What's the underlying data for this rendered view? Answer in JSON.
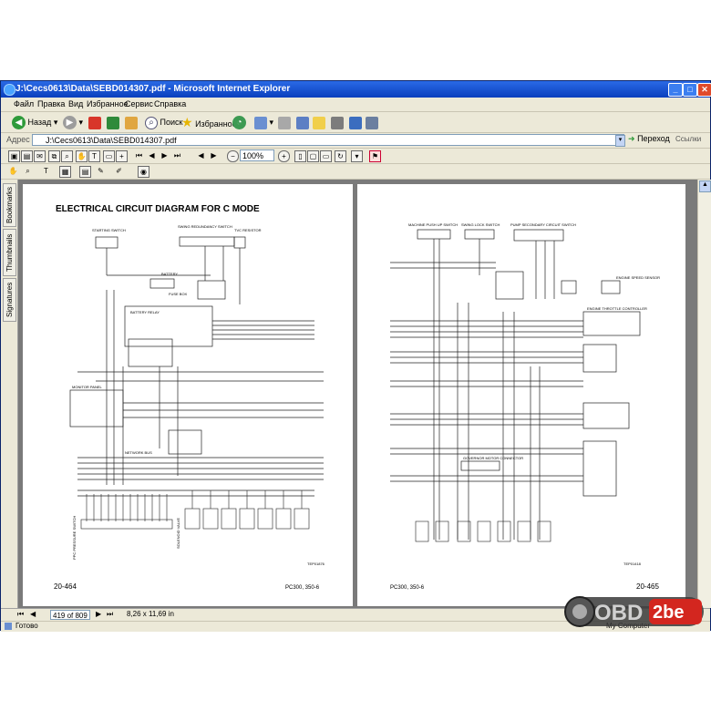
{
  "window": {
    "title": "J:\\Cecs0613\\Data\\SEBD014307.pdf - Microsoft Internet Explorer",
    "controls": {
      "minimize": "_",
      "maximize": "□",
      "close": "✕"
    }
  },
  "menu": [
    "Файл",
    "Правка",
    "Вид",
    "Избранное",
    "Сервис",
    "Справка"
  ],
  "toolbar": {
    "back": "Назад",
    "search": "Поиск",
    "favorites": "Избранное"
  },
  "address": {
    "label": "Адрес",
    "value": "J:\\Cecs0613\\Data\\SEBD014307.pdf",
    "go": "Переход",
    "links": "Ссылки"
  },
  "pdf_toolbar": {
    "zoom": "100%"
  },
  "nav_tabs": [
    "Bookmarks",
    "Thumbnails",
    "Signatures"
  ],
  "document": {
    "left_page": {
      "title": "ELECTRICAL CIRCUIT DIAGRAM FOR C MODE",
      "page_number": "20-464",
      "model": "PC300, 350-6",
      "ref": "TEP01876",
      "labels": {
        "starting_switch": "STARTING SWITCH",
        "swing_redundancy": "SWING REDUNDANCY SWITCH",
        "resistor": "TVC RESISTOR",
        "battery": "BATTERY",
        "fuse_box": "FUSE BOX",
        "battery_relay": "BATTERY RELAY",
        "monitor_panel": "MONITOR PANEL",
        "network_bus": "NETWORK BUS",
        "pressure_switch": "PPC PRESSURE SWITCH",
        "solenoid_valve": "SOLENOID VALVE"
      }
    },
    "right_page": {
      "page_number": "20-465",
      "model": "PC300, 350-6",
      "ref": "TEP01418",
      "labels": {
        "machine_push_up": "MACHINE PUSH UP SWITCH",
        "swing_lock": "SWING LOCK SWITCH",
        "pump_secondary": "PUMP SECONDARY CIRCUIT SWITCH",
        "engine_speed": "ENGINE SPEED SENSOR",
        "throttle": "ENGINE THROTTLE CONTROLLER",
        "governor": "GOVERNOR MOTOR CONNECTOR"
      }
    }
  },
  "pagebar": {
    "page_field": "419 of 809",
    "size": "8,26 x 11,69 in"
  },
  "status": {
    "left": "Готово",
    "right": "My Computer"
  },
  "watermark": {
    "part1": "OBD",
    "part2": "2be"
  }
}
